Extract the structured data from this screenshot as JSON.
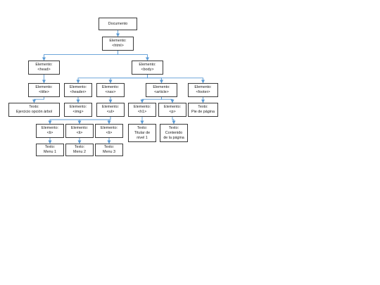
{
  "nodes": {
    "documento": {
      "lines": [
        "Documento"
      ]
    },
    "html": {
      "lines": [
        "Elemento:",
        "<html>"
      ]
    },
    "head": {
      "lines": [
        "Elemento:",
        "<head>"
      ]
    },
    "body": {
      "lines": [
        "Elemento:",
        "<body>"
      ]
    },
    "title": {
      "lines": [
        "Elemento:",
        "<title>"
      ]
    },
    "header": {
      "lines": [
        "Elemento:",
        "<header>"
      ]
    },
    "nav": {
      "lines": [
        "Elemento:",
        "<nav>"
      ]
    },
    "article": {
      "lines": [
        "Elemento:",
        "<article>"
      ]
    },
    "footer": {
      "lines": [
        "Elemento:",
        "<footer>"
      ]
    },
    "title_text": {
      "lines": [
        "Texto:",
        "Ejercicio opción árbol"
      ]
    },
    "img": {
      "lines": [
        "Elemento:",
        "<img>"
      ]
    },
    "ul": {
      "lines": [
        "Elemento:",
        "<ul>"
      ]
    },
    "h1": {
      "lines": [
        "Elemento:",
        "<h1>"
      ]
    },
    "p": {
      "lines": [
        "Elemento:",
        "<p>"
      ]
    },
    "footer_text": {
      "lines": [
        "Texto:",
        "Pie de página"
      ]
    },
    "li1": {
      "lines": [
        "Elemento:",
        "<li>"
      ]
    },
    "li2": {
      "lines": [
        "Elemento:",
        "<li>"
      ]
    },
    "li3": {
      "lines": [
        "Elemento:",
        "<li>"
      ]
    },
    "h1_text": {
      "lines": [
        "Texto:",
        "Titular de",
        "nivel 1"
      ]
    },
    "p_text": {
      "lines": [
        "Texto:",
        "Contenido",
        "de la página"
      ]
    },
    "li1_text": {
      "lines": [
        "Texto:",
        "Menu 1"
      ]
    },
    "li2_text": {
      "lines": [
        "Texto:",
        "Menu 2"
      ]
    },
    "li3_text": {
      "lines": [
        "Texto:",
        "Menu 3"
      ]
    }
  },
  "colors": {
    "connector": "#5b9bd5",
    "border": "#3a3a3a",
    "text": "#1a1a1a"
  }
}
